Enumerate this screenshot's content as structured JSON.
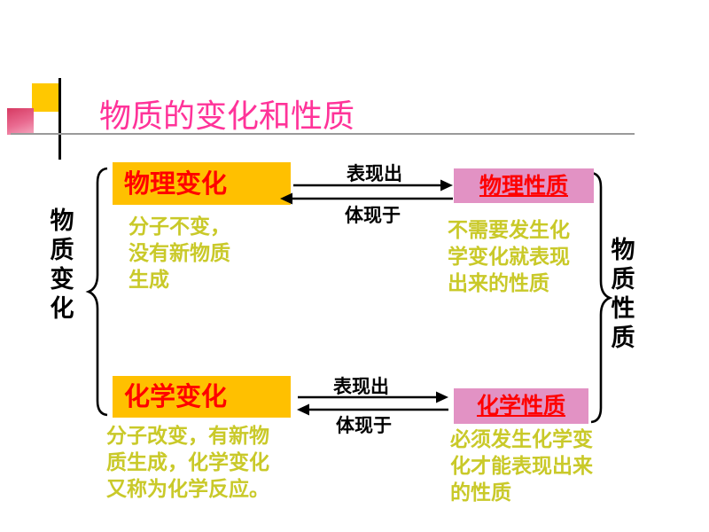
{
  "slide": {
    "title": "物质的变化和性质"
  },
  "groups": {
    "left_label": "物质变化",
    "right_label": "物质性质"
  },
  "physical": {
    "change": {
      "label": "物理变化",
      "desc": "分子不变，\n没有新物质\n生成"
    },
    "property": {
      "label": "物理性质",
      "desc": "不需要发生化\n学变化就表现\n出来的性质"
    },
    "arrows": {
      "forward": "表现出",
      "backward": "体现于"
    }
  },
  "chemical": {
    "change": {
      "label": "化学变化",
      "desc": "分子改变，有新物\n质生成，化学变化\n又称为化学反应。"
    },
    "property": {
      "label": "化学性质",
      "desc": "必须发生化学变\n化才能表现出来\n的性质"
    },
    "arrows": {
      "forward": "表现出",
      "backward": "体现于"
    }
  },
  "colors": {
    "title_text": "#FF3399",
    "change_box_bg": "#FFC000",
    "property_box_bg": "#E292C4",
    "box_label_text": "#FF0000",
    "description_text": "#C9C929",
    "accent_yellow_square": "#FFC800",
    "accent_red_square": "#D94A70"
  }
}
